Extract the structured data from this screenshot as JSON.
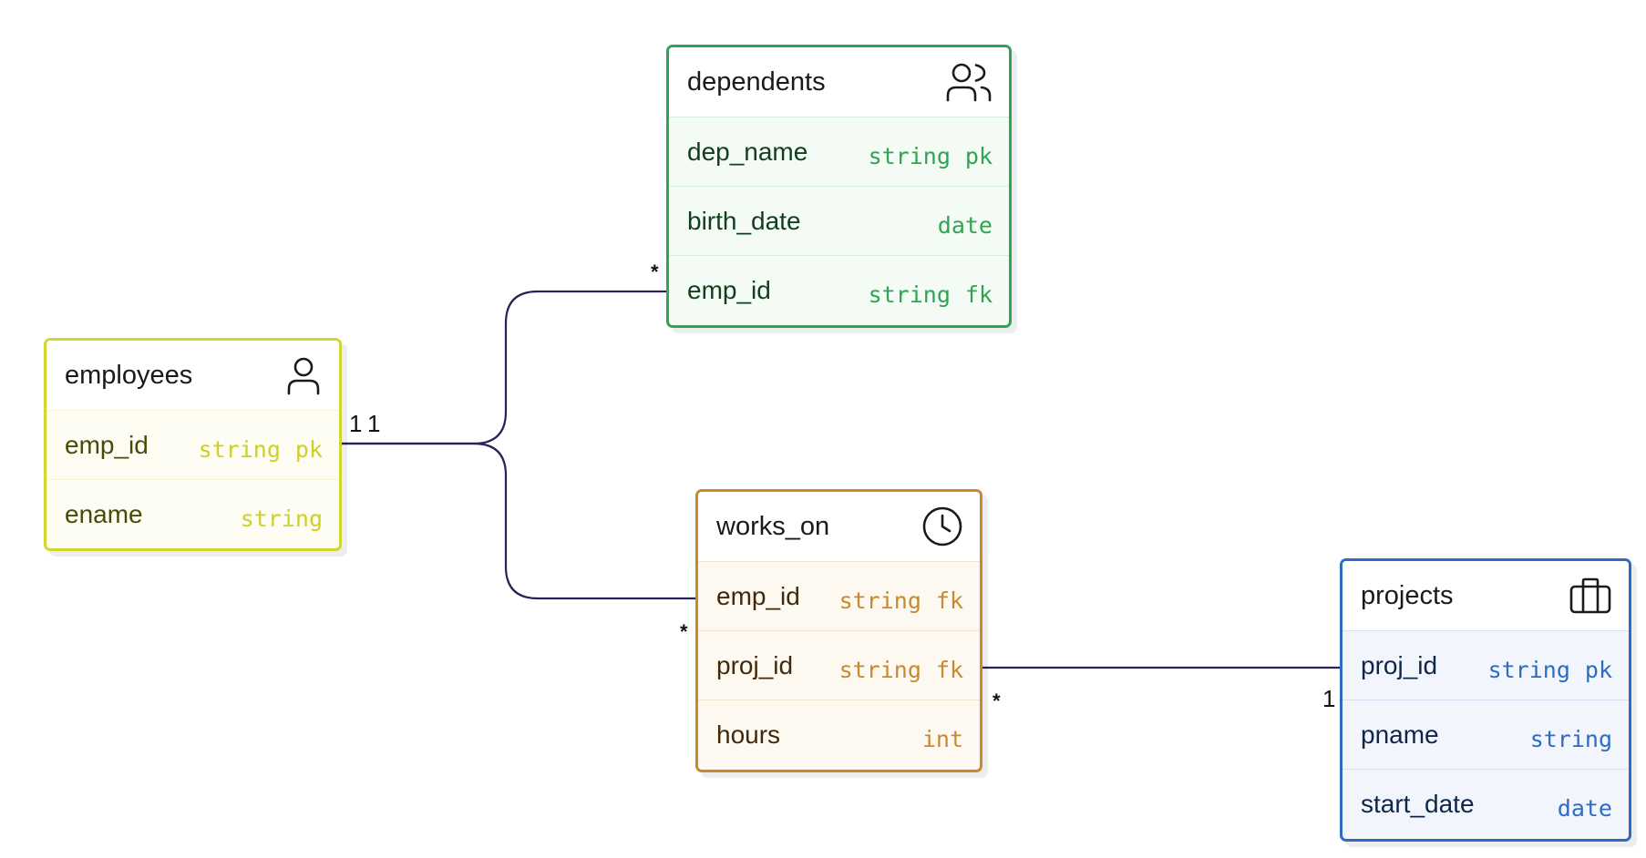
{
  "entities": {
    "employees": {
      "title": "employees",
      "icon": "user-icon",
      "fields": [
        {
          "name": "emp_id",
          "type": "string",
          "key": "pk"
        },
        {
          "name": "ename",
          "type": "string",
          "key": ""
        }
      ]
    },
    "dependents": {
      "title": "dependents",
      "icon": "users-icon",
      "fields": [
        {
          "name": "dep_name",
          "type": "string",
          "key": "pk"
        },
        {
          "name": "birth_date",
          "type": "date",
          "key": ""
        },
        {
          "name": "emp_id",
          "type": "string",
          "key": "fk"
        }
      ]
    },
    "works_on": {
      "title": "works_on",
      "icon": "clock-icon",
      "fields": [
        {
          "name": "emp_id",
          "type": "string",
          "key": "fk"
        },
        {
          "name": "proj_id",
          "type": "string",
          "key": "fk"
        },
        {
          "name": "hours",
          "type": "int",
          "key": ""
        }
      ]
    },
    "projects": {
      "title": "projects",
      "icon": "briefcase-icon",
      "fields": [
        {
          "name": "proj_id",
          "type": "string",
          "key": "pk"
        },
        {
          "name": "pname",
          "type": "string",
          "key": ""
        },
        {
          "name": "start_date",
          "type": "date",
          "key": ""
        }
      ]
    }
  },
  "relationships": [
    {
      "from": "employees.emp_id",
      "to": "dependents.emp_id",
      "from_card": "1",
      "to_card": "*"
    },
    {
      "from": "employees.emp_id",
      "to": "works_on.emp_id",
      "from_card": "1",
      "to_card": "*"
    },
    {
      "from": "projects.proj_id",
      "to": "works_on.proj_id",
      "from_card": "1",
      "to_card": "*"
    }
  ],
  "colors": {
    "employees": "#d2d730",
    "dependents": "#2fa453",
    "works_on": "#c8892f",
    "projects": "#2b6cc4",
    "edge": "#27235a"
  }
}
